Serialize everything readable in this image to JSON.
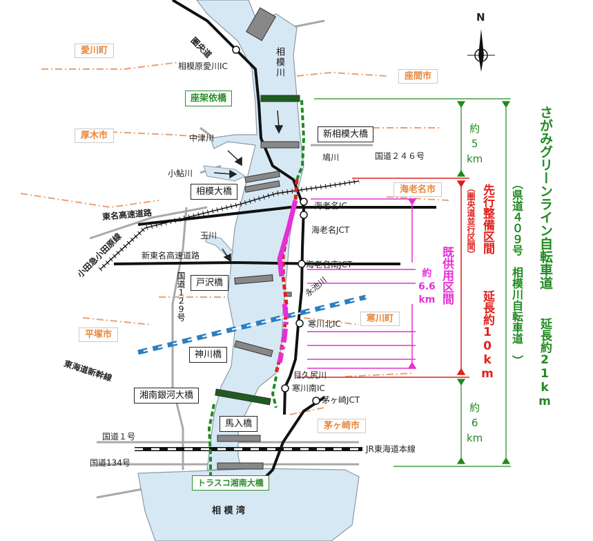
{
  "compass": {
    "north": "N"
  },
  "sea": {
    "label": "相 模 湾"
  },
  "river": {
    "label": "相模川"
  },
  "municipalities": {
    "aikawa": "愛川町",
    "zama": "座間市",
    "atsugi": "厚木市",
    "ebina": "海老名市",
    "samukawa": "寒川町",
    "hiratsuka": "平塚市",
    "chigasaki": "茅ヶ崎市"
  },
  "bridges": {
    "zakaiyori": "座架依橋",
    "shin_sagami": "新相模大橋",
    "sagami": "相模大橋",
    "tozawa": "戸沢橋",
    "kamikawa": "神川橋",
    "shonan_ginga": "湘南銀河大橋",
    "manyu": "馬入橋",
    "trasco": "トラスコ湘南大橋"
  },
  "roads": {
    "ken_o_do": "圏央道",
    "tomei": "東名高速道路",
    "shin_tomei": "新東名高速道路",
    "odakyu": "小田急小田原線",
    "tokaido_shinkansen": "東海道新幹線",
    "jr_tokaido": "JR東海道本線",
    "route1": "国道１号",
    "route134": "国道134号",
    "route129": "国道１２９号",
    "route246": "国道２４６号"
  },
  "interchanges": {
    "sagamihara_aikawa": "相模原愛川IC",
    "ebina_ic": "海老名IC",
    "ebina_jct": "海老名JCT",
    "ebina_minami_jct": "海老名南JCT",
    "samukawa_kita": "寒川北IC",
    "samukawa_minami": "寒川南IC",
    "chigasaki_jct": "茅ヶ崎JCT"
  },
  "tributaries": {
    "nakatsu": "中津川",
    "koayu": "小鮎川",
    "hato": "鳩川",
    "tama": "玉川",
    "eichi": "永池川",
    "mekubo": "目久尻川"
  },
  "sections": {
    "upper_distance": "約\n5\nkm",
    "lower_distance": "約\n6\nkm",
    "opened_distance": "約\n6.6\nkm",
    "opened_label": "既供用区間",
    "priority_label": "先行整備区間",
    "priority_sub": "（圏央道並行区間）",
    "priority_length": "延長約10km",
    "main_title": "さがみグリーンライン自転車道",
    "main_sub": "（県道４０９号　相模川自転車道　）",
    "main_length": "延長約21km"
  },
  "colors": {
    "river": "#d6e8f3",
    "river_edge": "#8a9aa6",
    "priority_route": "#e0201c",
    "opened_route": "#e62fd6",
    "planned_route": "#1f8a1f",
    "municipality_text": "#e8873a",
    "boundary": "#e8a070"
  }
}
